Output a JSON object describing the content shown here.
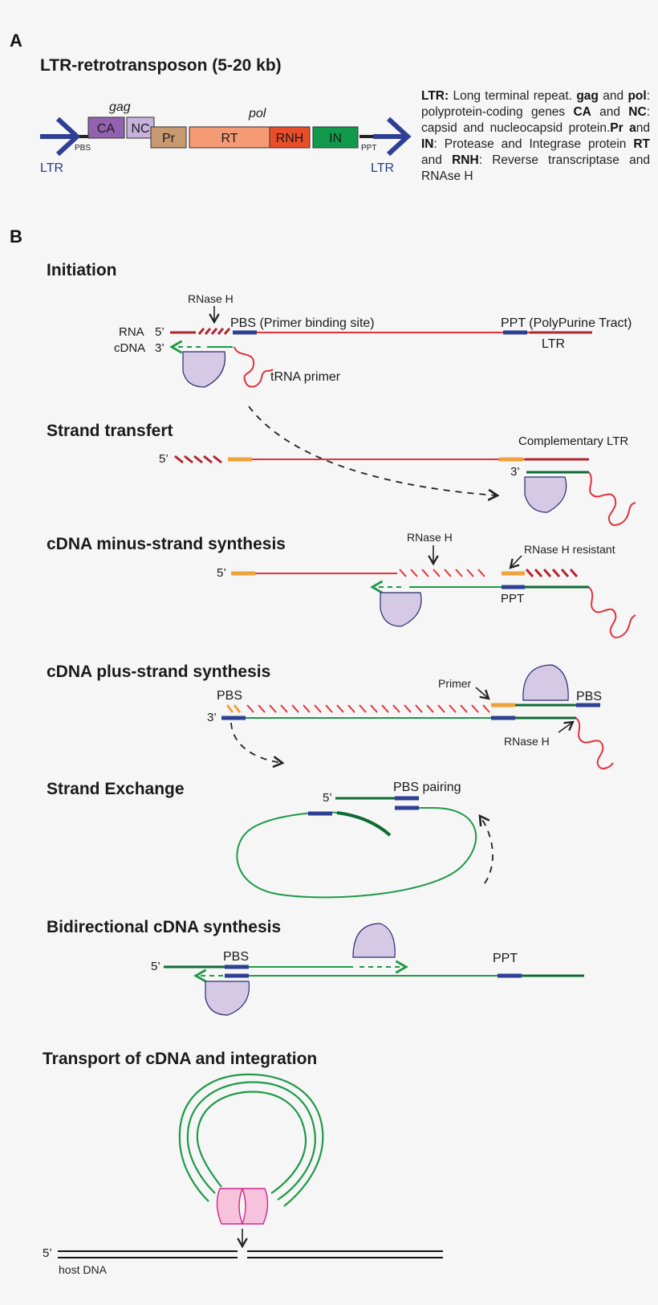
{
  "panel_a": {
    "label": "A",
    "title": "LTR-retrotransposon (5-20 kb)",
    "ltr_left": "LTR",
    "ltr_right": "LTR",
    "pbs": "PBS",
    "ppt": "PPT",
    "gag": "gag",
    "pol": "pol",
    "genes": {
      "ca": "CA",
      "nc": "NC",
      "pr": "Pr",
      "rt": "RT",
      "rnh": "RNH",
      "in": "IN"
    },
    "legend": [
      {
        "bold": "LTR:",
        "text": " Long terminal repeat. "
      },
      {
        "bold": "gag",
        "text": " and "
      },
      {
        "bold": "pol",
        "text": ": polyprotein-coding genes "
      },
      {
        "bold": "CA",
        "text": " and "
      },
      {
        "bold": "NC",
        "text": ": capsid and nucleocapsid protein."
      },
      {
        "bold": "Pr",
        "text": " "
      },
      {
        "bold": "a",
        "text": "nd "
      },
      {
        "bold": "IN",
        "text": ": Protease and Integrase protein "
      },
      {
        "bold": "RT",
        "text": " and "
      },
      {
        "bold": "RNH",
        "text": ": Reverse transcriptase and RNAse H"
      }
    ]
  },
  "panel_b": {
    "label": "B",
    "steps": {
      "initiation": {
        "title": "Initiation",
        "rnase_h": "RNase H",
        "rna": "RNA",
        "cdna": "cDNA",
        "five_prime": "5’",
        "three_prime": "3’",
        "pbs": "PBS (Primer binding site)",
        "ppt": "PPT (PolyPurine Tract)",
        "ltr": "LTR",
        "trna": "tRNA primer"
      },
      "strand_transfer": {
        "title": "Strand transfert",
        "five_prime": "5’",
        "three_prime": "3’",
        "complementary_ltr": "Complementary LTR"
      },
      "minus_strand": {
        "title": "cDNA minus-strand synthesis",
        "five_prime": "5’",
        "rnase_h": "RNase H",
        "resistant": "RNase H resistant",
        "ppt": "PPT"
      },
      "plus_strand": {
        "title": "cDNA plus-strand synthesis",
        "pbs_left": "PBS",
        "three_prime": "3’",
        "primer": "Primer",
        "pbs_right": "PBS",
        "rnase_h": "RNase H"
      },
      "exchange": {
        "title": "Strand Exchange",
        "five_prime": "5’",
        "pbs_pairing": "PBS pairing"
      },
      "bidirectional": {
        "title": "Bidirectional cDNA synthesis",
        "five_prime": "5’",
        "pbs": "PBS",
        "ppt": "PPT"
      },
      "transport": {
        "title": "Transport of cDNA and integration",
        "five_prime": "5’",
        "host": "host DNA"
      }
    }
  },
  "colors": {
    "ltr_blue": "#2e3f94",
    "rna_red": "#e2323a",
    "degraded_red": "#b0262f",
    "cdna_green": "#1e9a48",
    "dark_green": "#0f6a34",
    "site_blue": "#2e3f94",
    "orange": "#f0a23a",
    "enzyme": "#d5c9e6",
    "integrase": "#f6c2dc"
  }
}
